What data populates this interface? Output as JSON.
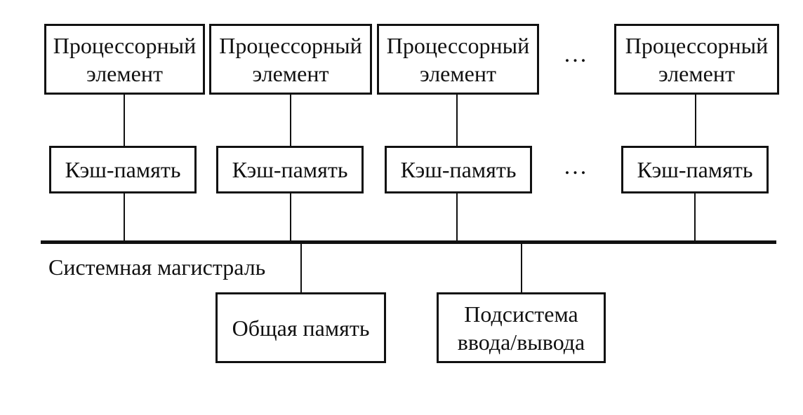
{
  "diagram": {
    "title": "Shared-memory multiprocessor architecture diagram",
    "line_color": "#111111",
    "background_color": "#ffffff",
    "nodes": {
      "processors": [
        {
          "label": "Процессорный элемент"
        },
        {
          "label": "Процессорный элемент"
        },
        {
          "label": "Процессорный элемент"
        },
        {
          "label": "Процессорный элемент"
        }
      ],
      "caches": [
        {
          "label": "Кэш-память"
        },
        {
          "label": "Кэш-память"
        },
        {
          "label": "Кэш-память"
        },
        {
          "label": "Кэш-память"
        }
      ],
      "shared_memory": {
        "label": "Общая память"
      },
      "io_subsystem": {
        "label": "Подсистема ввода/вывода"
      }
    },
    "bus": {
      "label": "Системная магистраль"
    },
    "ellipsis_top": "...",
    "ellipsis_cache": "..."
  }
}
